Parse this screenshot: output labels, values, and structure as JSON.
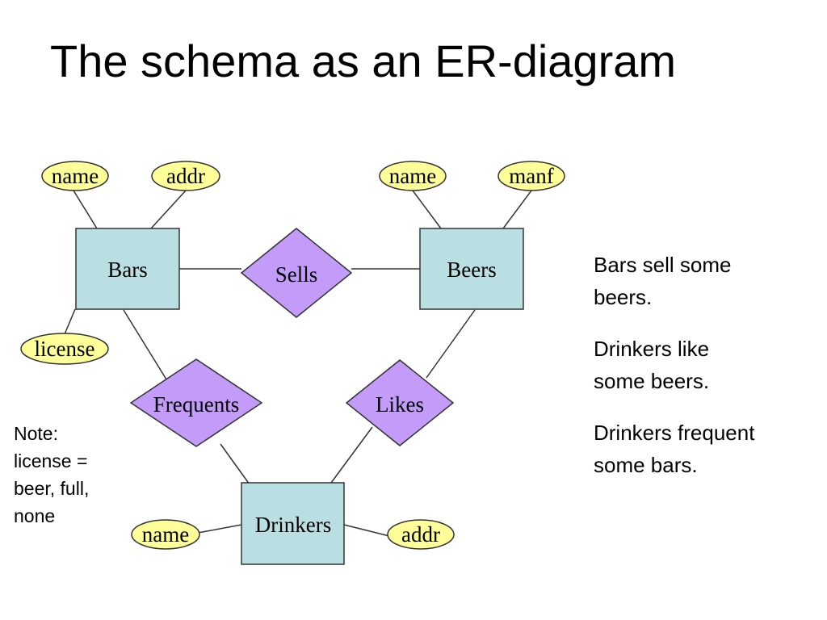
{
  "title": "The schema as an ER-diagram",
  "colors": {
    "entity_fill": "#b9dfe3",
    "relationship_fill": "#c39bf8",
    "attribute_fill": "#ffff99",
    "line": "#333333"
  },
  "entities": {
    "bars": "Bars",
    "beers": "Beers",
    "drinkers": "Drinkers"
  },
  "relationships": {
    "sells": "Sells",
    "frequents": "Frequents",
    "likes": "Likes"
  },
  "attributes": {
    "bars_name": "name",
    "bars_addr": "addr",
    "bars_license": "license",
    "beers_name": "name",
    "beers_manf": "manf",
    "drinkers_name": "name",
    "drinkers_addr": "addr"
  },
  "note": "Note:\nlicense =\nbeer, full,\nnone",
  "captions": [
    "Bars sell some\nbeers.",
    "Drinkers like\nsome beers.",
    "Drinkers frequent\nsome bars."
  ]
}
